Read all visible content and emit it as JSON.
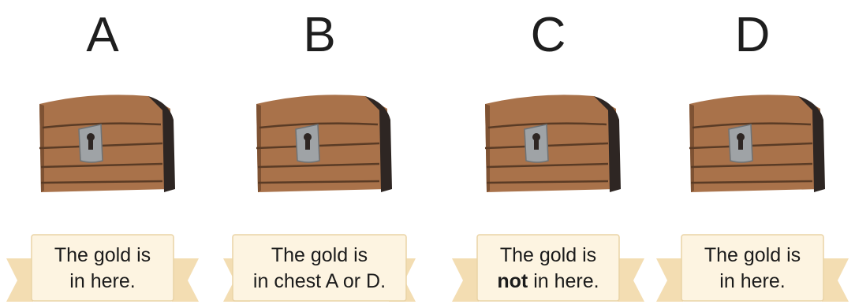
{
  "puzzle": {
    "chests": [
      {
        "letter": "A",
        "line1": "The gold is",
        "line2_before": "in here.",
        "line2_bold": "",
        "line2_after": ""
      },
      {
        "letter": "B",
        "line1": "The gold is",
        "line2_before": "in chest A or D.",
        "line2_bold": "",
        "line2_after": ""
      },
      {
        "letter": "C",
        "line1": "The gold is",
        "line2_before": "",
        "line2_bold": "not",
        "line2_after": " in here."
      },
      {
        "letter": "D",
        "line1": "The gold is",
        "line2_before": "in here.",
        "line2_bold": "",
        "line2_after": ""
      }
    ]
  },
  "colors": {
    "wood": "#a9724a",
    "wood_dark": "#2e2623",
    "lock": "#9fa3a6",
    "banner_face": "#fdf4e1",
    "banner_ribbon": "#f3ddb2",
    "text": "#1b1b1b"
  },
  "icons": {
    "chest": "treasure-chest-icon",
    "lock": "keyhole-lock-icon"
  }
}
